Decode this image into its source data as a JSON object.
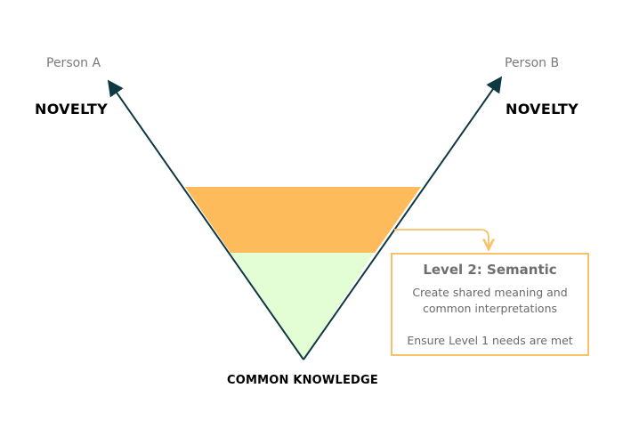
{
  "labels": {
    "left_person": "Person A",
    "right_person": "Person B",
    "left_axis": "NOVELTY",
    "right_axis": "NOVELTY",
    "bottom": "COMMON KNOWLEDGE"
  },
  "callout": {
    "title": "Level 2: Semantic",
    "lines": [
      "Create shared meaning and",
      "common interpretations",
      "Ensure Level 1 needs are met"
    ]
  },
  "colors": {
    "axis": "#0f3942",
    "semantic_band": "#fdbb5c",
    "common_band": "#e3fdd5",
    "callout_border": "#f7c165",
    "connector": "#f7c165"
  }
}
